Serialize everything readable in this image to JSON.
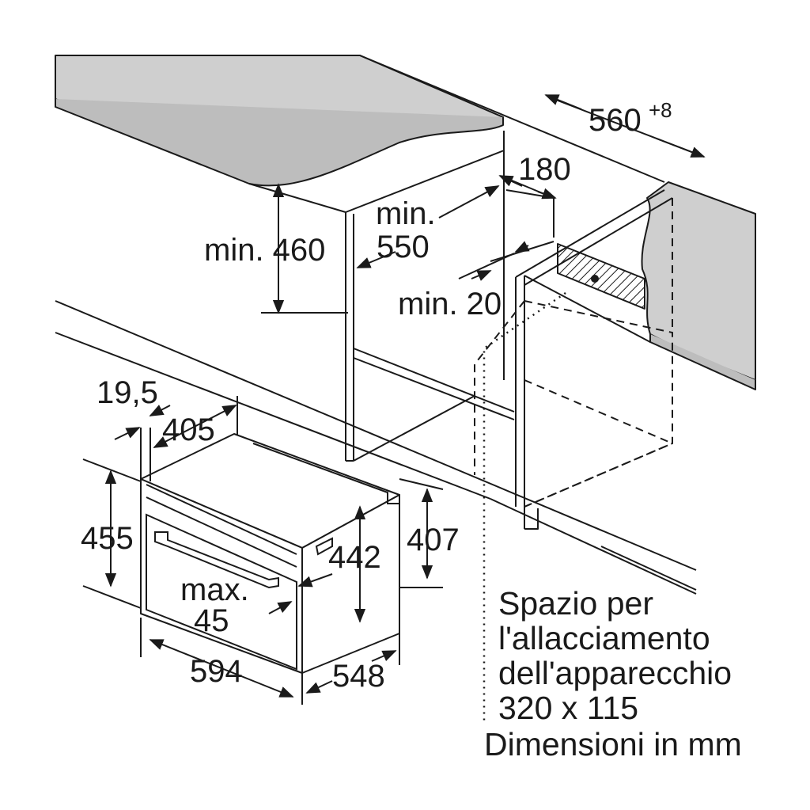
{
  "dimensions": {
    "cabinet_width": "560",
    "cabinet_width_tolerance": "+8",
    "gap_180": "180",
    "min_550_a": "min.",
    "min_550_b": "550",
    "min_460": "min. 460",
    "min_20": "min. 20",
    "d_19_5": "19,5",
    "d_405": "405",
    "d_455": "455",
    "d_442": "442",
    "d_407": "407",
    "max_45_a": "max.",
    "max_45_b": "45",
    "d_594": "594",
    "d_548": "548"
  },
  "note": {
    "line1": "Spazio per",
    "line2": "l'allacciamento",
    "line3": "dell'apparecchio",
    "line4": "320 x 115",
    "line5": "Dimensioni in mm"
  },
  "colors": {
    "countertop": "#cfcfcf",
    "line": "#1a1a1a"
  }
}
